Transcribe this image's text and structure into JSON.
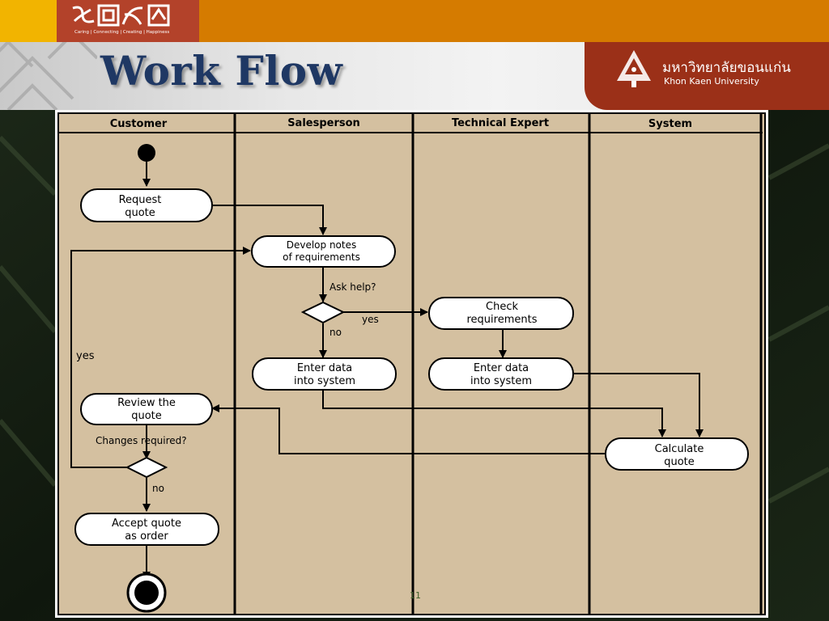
{
  "header": {
    "title": "Work Flow",
    "logo_tagline": "Caring | Connecting | Creating | Happiness",
    "university_thai": "มหาวิทยาลัยขอนแก่น",
    "university_english": "Khon Kaen University",
    "page_number": "11"
  },
  "colors": {
    "title": "#1f3864",
    "top_bar": "#d57b00",
    "badge": "#9b3018",
    "diagram_fill": "#d4c0a0"
  },
  "diagram": {
    "lanes": [
      "Customer",
      "Salesperson",
      "Technical Expert",
      "System"
    ],
    "nodes": {
      "request_quote": [
        "Request",
        "quote"
      ],
      "develop_notes": [
        "Develop notes",
        "of requirements"
      ],
      "check_requirements": [
        "Check",
        "requirements"
      ],
      "enter_data_sales": [
        "Enter data",
        "into system"
      ],
      "enter_data_tech": [
        "Enter data",
        "into system"
      ],
      "review_quote": [
        "Review the",
        "quote"
      ],
      "calculate_quote": [
        "Calculate",
        "quote"
      ],
      "accept_quote": [
        "Accept quote",
        "as order"
      ]
    },
    "labels": {
      "ask_help": "Ask help?",
      "yes_tech": "yes",
      "no_sales": "no",
      "yes_loop": "yes",
      "changes_required": "Changes required?",
      "no_accept": "no"
    }
  }
}
